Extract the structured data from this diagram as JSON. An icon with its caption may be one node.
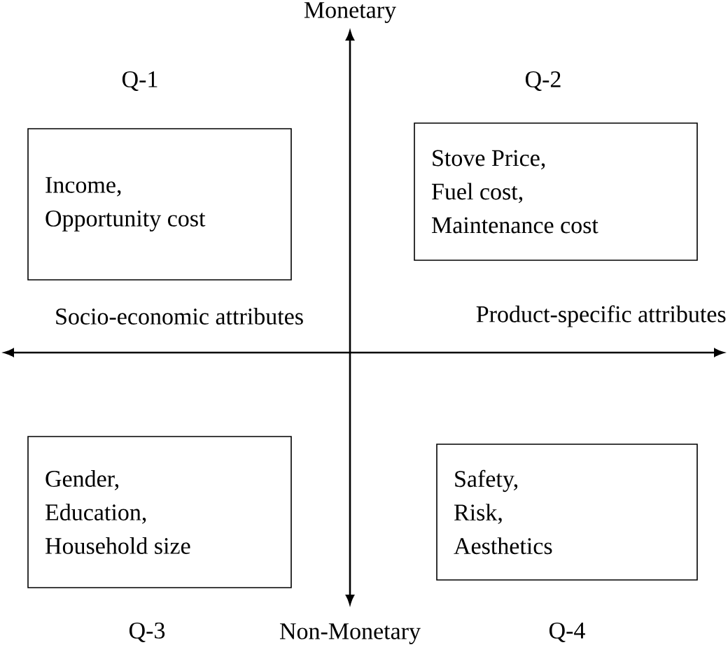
{
  "diagram": {
    "nodes": [
      {
        "text": [
          "Income, Opportunity cost"
        ]
      },
      {
        "text": [
          "Stove Price, Fuel cost, Maintenance cost"
        ]
      },
      {
        "text": [
          "Gender, Education, Household size"
        ]
      },
      {
        "text": [
          "Safety, Risk, Aesthetics"
        ]
      }
    ],
    "labels": [
      "Monetary",
      "Q-1",
      "Q-2",
      "Socio-economic attributes",
      "Product-specific attributes",
      "Q-3",
      "Q-4",
      "Non-Monetary"
    ]
  }
}
